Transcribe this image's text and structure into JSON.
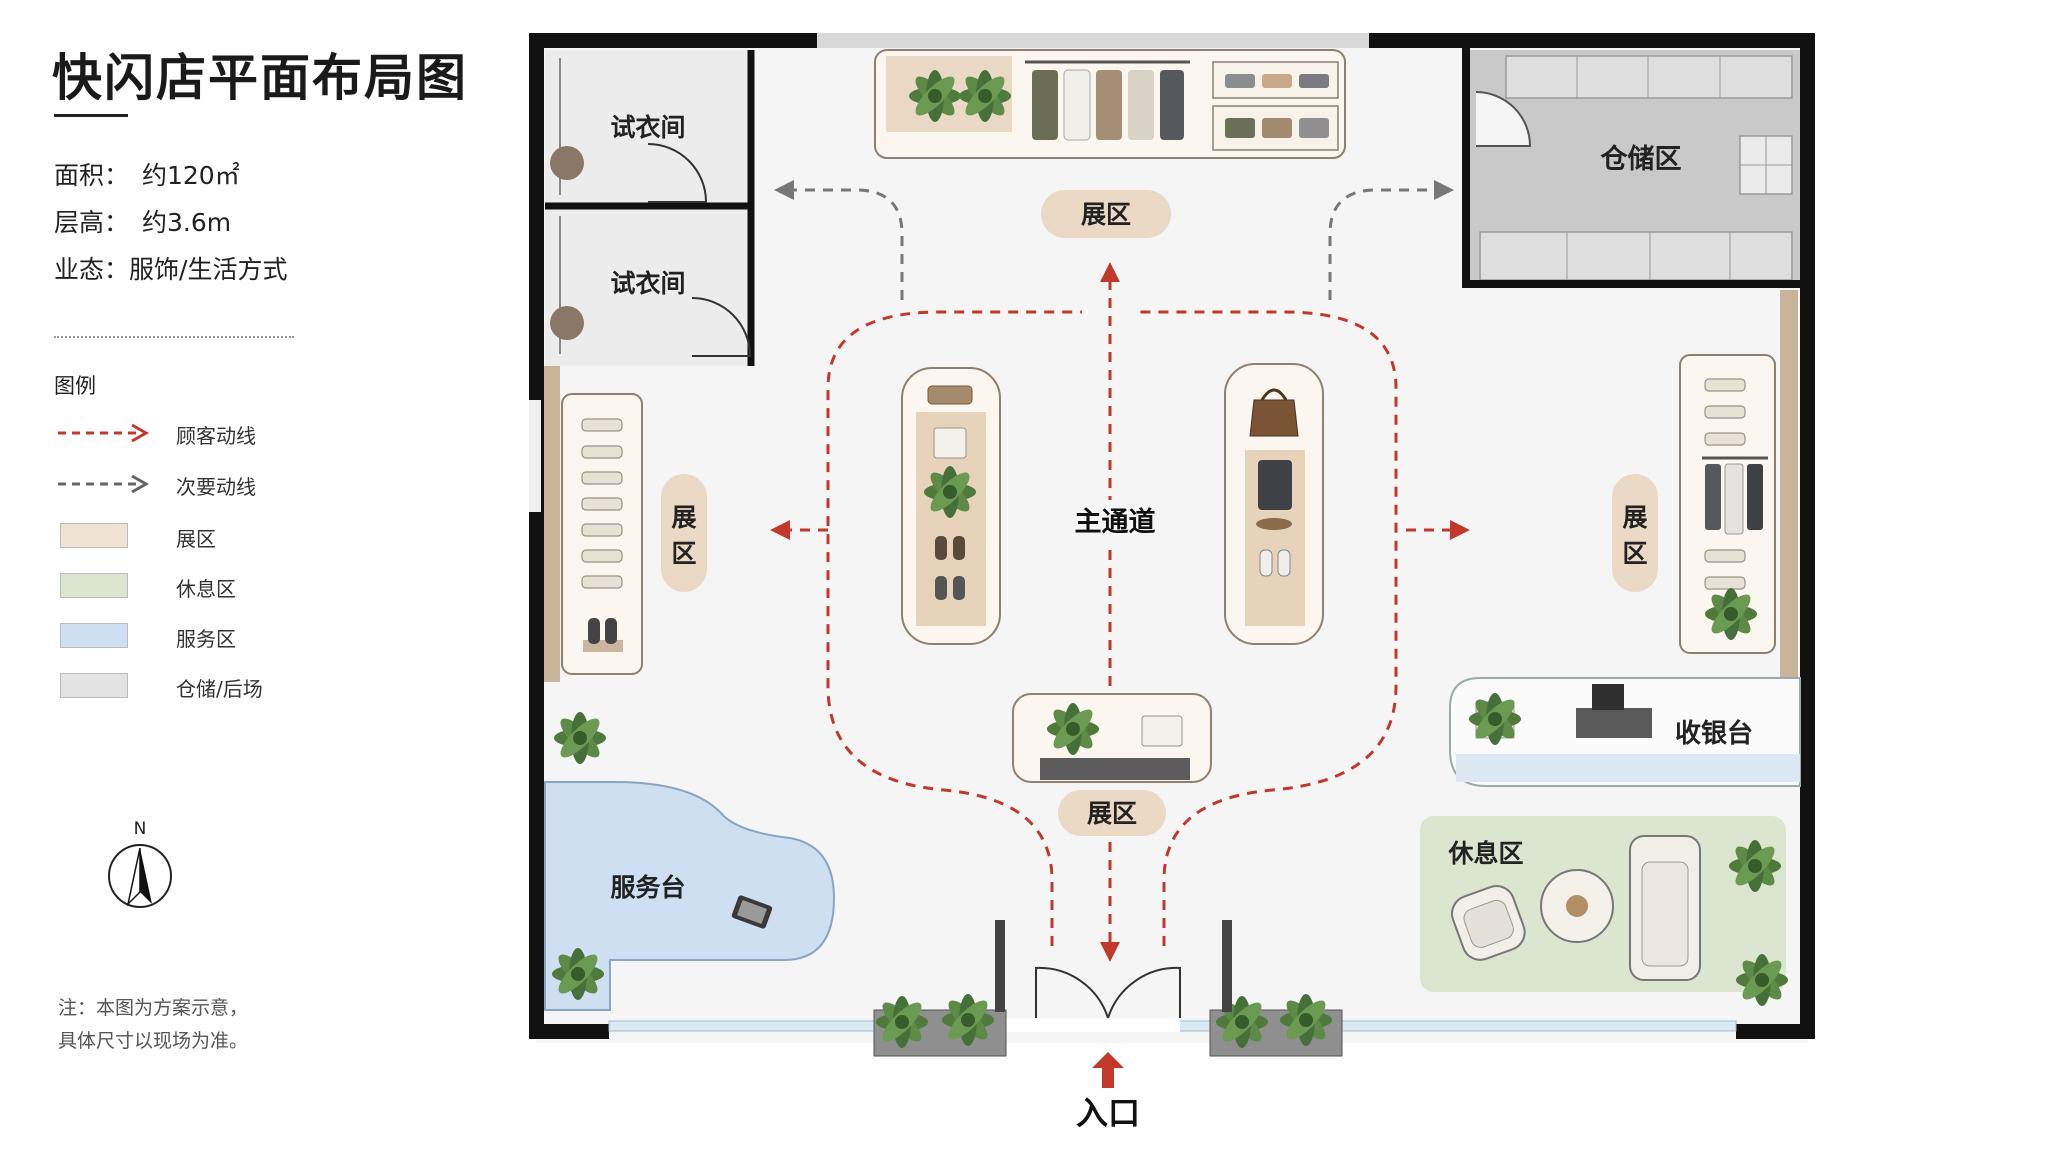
{
  "title": "快闪店平面布局图",
  "specs": [
    {
      "key": "面积：",
      "value": "约120㎡"
    },
    {
      "key": "层高：",
      "value": "约3.6m"
    },
    {
      "key": "业态：",
      "value": "服饰/生活方式"
    }
  ],
  "legend": {
    "title": "图例",
    "items": [
      {
        "label": "顾客动线",
        "kind": "line",
        "color": "#c0392b"
      },
      {
        "label": "次要动线",
        "kind": "line",
        "color": "#666666"
      },
      {
        "label": "展区",
        "kind": "swatch",
        "color": "#f1e3d3"
      },
      {
        "label": "休息区",
        "kind": "swatch",
        "color": "#dbe5cf"
      },
      {
        "label": "服务区",
        "kind": "swatch",
        "color": "#cfdff2"
      },
      {
        "label": "仓储/后场",
        "kind": "swatch",
        "color": "#e3e3e3"
      }
    ]
  },
  "compass_label": "N",
  "note": [
    "注：本图为方案示意，",
    "具体尺寸以现场为准。"
  ],
  "zones": {
    "fitting_room_1": "试衣间",
    "fitting_room_2": "试衣间",
    "storage": "仓储区",
    "display_top": "展区",
    "display_left_a": "展",
    "display_left_b": "区",
    "display_right_a": "展",
    "display_right_b": "区",
    "display_bottom": "展区",
    "main_aisle": "主通道",
    "cashier": "收银台",
    "lounge": "休息区",
    "service_desk": "服务台",
    "entrance": "入口"
  },
  "colors": {
    "customer_flow": "#c0392b",
    "secondary_flow": "#777777",
    "wall": "#111111",
    "display": "#f1e3d3",
    "lounge": "#dbe5cf",
    "service": "#cfdff2",
    "storage": "#c9c9c9"
  }
}
